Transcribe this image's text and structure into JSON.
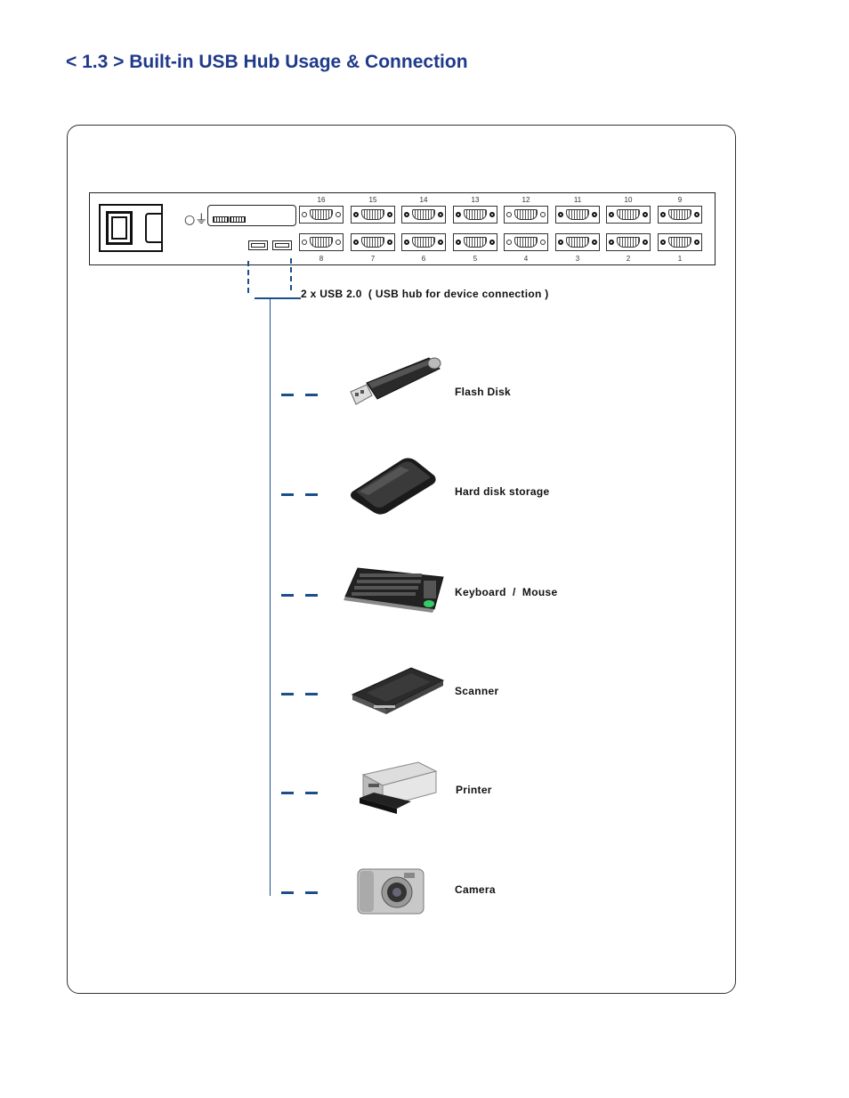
{
  "page_title": "< 1.3 > Built-in USB Hub Usage & Connection",
  "port_numbers_top": [
    "16",
    "15",
    "14",
    "13",
    "12",
    "11",
    "10",
    "9"
  ],
  "port_numbers_bottom": [
    "8",
    "7",
    "6",
    "5",
    "4",
    "3",
    "2",
    "1"
  ],
  "usb_label": "2 x USB 2.0  ( USB hub for device connection )",
  "devices": [
    {
      "label": "Flash Disk",
      "icon": "flash-disk-icon"
    },
    {
      "label": "Hard disk storage",
      "icon": "hard-disk-icon"
    },
    {
      "label": "Keyboard  /  Mouse",
      "icon": "keyboard-icon"
    },
    {
      "label": "Scanner",
      "icon": "scanner-icon"
    },
    {
      "label": "Printer",
      "icon": "printer-icon"
    },
    {
      "label": "Camera",
      "icon": "camera-icon"
    }
  ],
  "colors": {
    "title": "#1f3a8a",
    "connector": "#1a4f8a"
  }
}
